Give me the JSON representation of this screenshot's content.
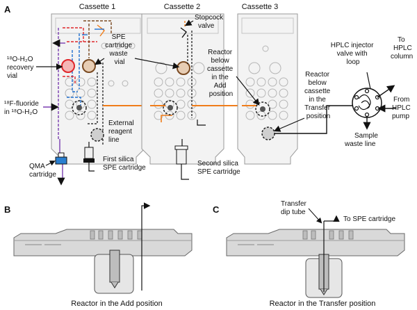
{
  "panels": {
    "a": "A",
    "b": "B",
    "c": "C"
  },
  "cassettes": [
    "Cassette 1",
    "Cassette 2",
    "Cassette 3"
  ],
  "labels": {
    "o18_recovery": [
      "¹⁸O-H₂O",
      "recovery",
      "vial"
    ],
    "f18_fluoride": [
      "¹⁸F-fluoride",
      "in ¹⁸O-H₂O"
    ],
    "qma": [
      "QMA",
      "cartridge"
    ],
    "first_silica": [
      "First silica",
      "SPE cartridge"
    ],
    "spe_waste": [
      "SPE",
      "cartridge",
      "waste",
      "vial"
    ],
    "stopcock": [
      "Stopcock",
      "valve"
    ],
    "reactor_add": [
      "Reactor",
      "below",
      "cassette",
      "in the",
      "Add",
      "position"
    ],
    "external_reagent": [
      "External",
      "reagent",
      "line"
    ],
    "second_silica": [
      "Second silica",
      "SPE cartridge"
    ],
    "reactor_transfer": [
      "Reactor",
      "below",
      "cassette",
      "in the",
      "Transfer",
      "position"
    ],
    "hplc_injector": [
      "HPLC injector",
      "valve with",
      "loop"
    ],
    "to_hplc_column": [
      "To",
      "HPLC",
      "column"
    ],
    "from_hplc_pump": [
      "From",
      "HPLC",
      "pump"
    ],
    "sample_waste": [
      "Sample",
      "waste line"
    ],
    "transfer_dip_tube": [
      "Transfer",
      "dip tube"
    ],
    "to_spe_cartridge": "To SPE cartridge",
    "caption_b": "Reactor in the Add position",
    "caption_c": "Reactor in the Transfer position"
  },
  "colors": {
    "orange": "#f07d1a",
    "red": "#e0262a",
    "blue": "#1e6fd0",
    "purple": "#7a3fb0",
    "brown": "#7a4a22",
    "cassette_fill": "#f3f3f3",
    "cassette_stroke": "#9a9a9a"
  }
}
